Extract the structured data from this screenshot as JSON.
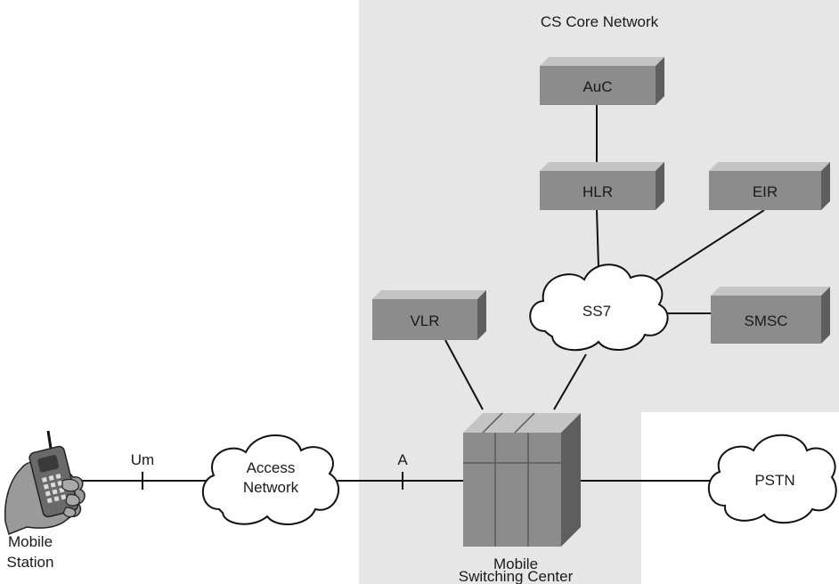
{
  "colors": {
    "region_fill": "#e6e6e6",
    "box_front": "#8c8c8c",
    "box_top": "#c4c4c4",
    "box_side": "#5e5e5e",
    "line": "#111111",
    "text": "#1a1a1a"
  },
  "core_network": {
    "title": "CS Core Network"
  },
  "nodes": {
    "auc": "AuC",
    "hlr": "HLR",
    "eir": "EIR",
    "vlr": "VLR",
    "smsc": "SMSC"
  },
  "clouds": {
    "ss7": "SS7",
    "access_network": [
      "Access",
      "Network"
    ],
    "pstn": "PSTN"
  },
  "msc": {
    "label": [
      "Mobile",
      "Switching Center"
    ]
  },
  "mobile_station": {
    "label": [
      "Mobile",
      "Station"
    ]
  },
  "interfaces": {
    "um": "Um",
    "a": "A"
  }
}
